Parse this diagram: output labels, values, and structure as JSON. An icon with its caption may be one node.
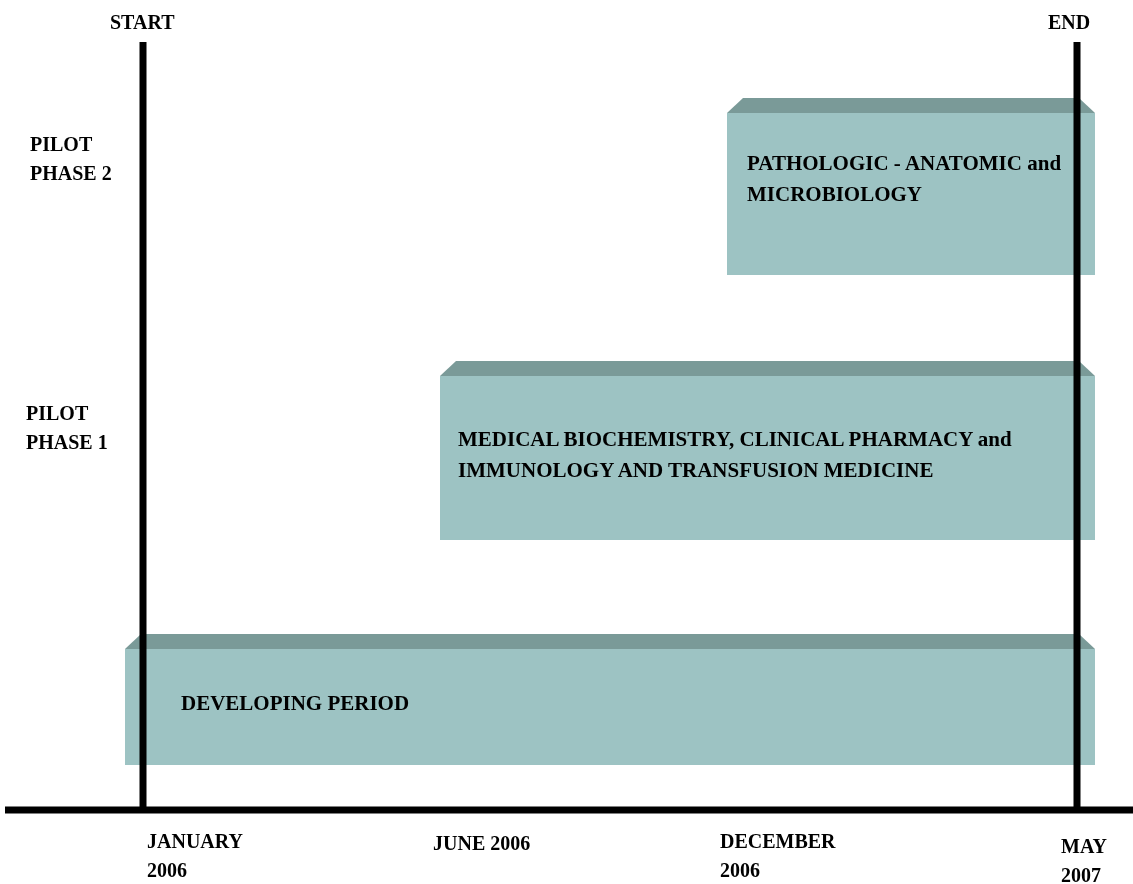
{
  "diagram": {
    "nodes": [
      {
        "text": [
          "PATHOLOGIC - ANATOMIC and MICROBIOLOGY"
        ]
      },
      {
        "text": [
          "MEDICAL BIOCHEMISTRY, CLINICAL PHARMACY and IMMUNOLOGY AND TRANSFUSION MEDICINE"
        ]
      },
      {
        "text": [
          "DEVELOPING PERIOD"
        ]
      }
    ],
    "labels": [
      "START",
      "END",
      "PILOT PHASE 2",
      "PILOT PHASE 1",
      "JANUARY 2006",
      "JUNE 2006",
      "DECEMBER 2006",
      "MAY 2007"
    ]
  }
}
